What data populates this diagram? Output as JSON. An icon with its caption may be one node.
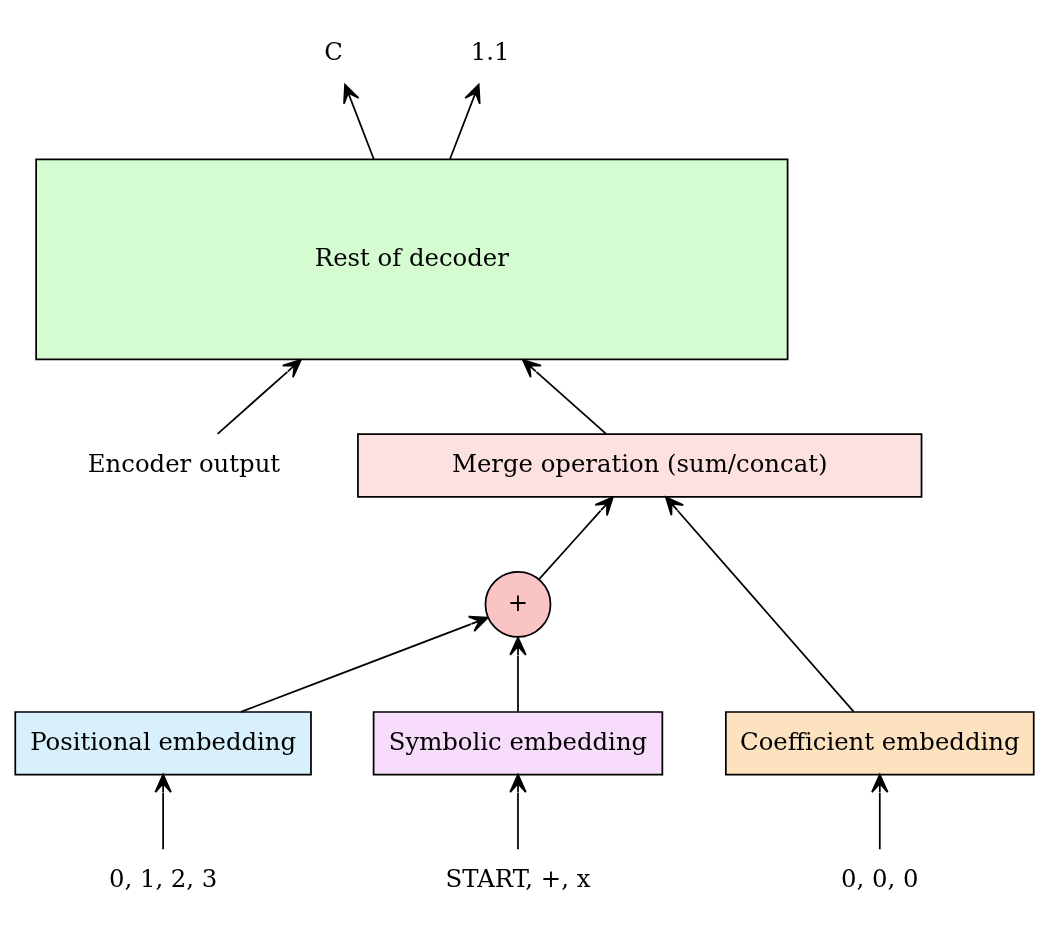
{
  "diagram": {
    "nodes": [
      {
        "text": [
          "C"
        ]
      },
      {
        "text": [
          "1.1"
        ]
      },
      {
        "text": [
          "Rest of decoder"
        ]
      },
      {
        "text": [
          "Encoder output"
        ]
      },
      {
        "text": [
          "Merge operation (sum/concat)"
        ]
      },
      {
        "text": [
          "+"
        ]
      },
      {
        "text": [
          "Positional embedding"
        ]
      },
      {
        "text": [
          "Symbolic embedding"
        ]
      },
      {
        "text": [
          "Coefficient embedding"
        ]
      },
      {
        "text": [
          "0, 1, 2, 3"
        ]
      },
      {
        "text": [
          "START, +, x"
        ]
      },
      {
        "text": [
          "0, 0, 0"
        ]
      }
    ],
    "edges": [
      {
        "from": 2,
        "to": 0,
        "arrow": "to"
      },
      {
        "from": 2,
        "to": 1,
        "arrow": "to"
      },
      {
        "from": 3,
        "to": 2,
        "arrow": "to"
      },
      {
        "from": 4,
        "to": 2,
        "arrow": "to"
      },
      {
        "from": 5,
        "to": 4,
        "arrow": "to"
      },
      {
        "from": 6,
        "to": 5,
        "arrow": "to"
      },
      {
        "from": 7,
        "to": 5,
        "arrow": "to"
      },
      {
        "from": 8,
        "to": 4,
        "arrow": "to"
      },
      {
        "from": 9,
        "to": 6,
        "arrow": "to"
      },
      {
        "from": 10,
        "to": 7,
        "arrow": "to"
      },
      {
        "from": 11,
        "to": 8,
        "arrow": "to"
      }
    ]
  }
}
